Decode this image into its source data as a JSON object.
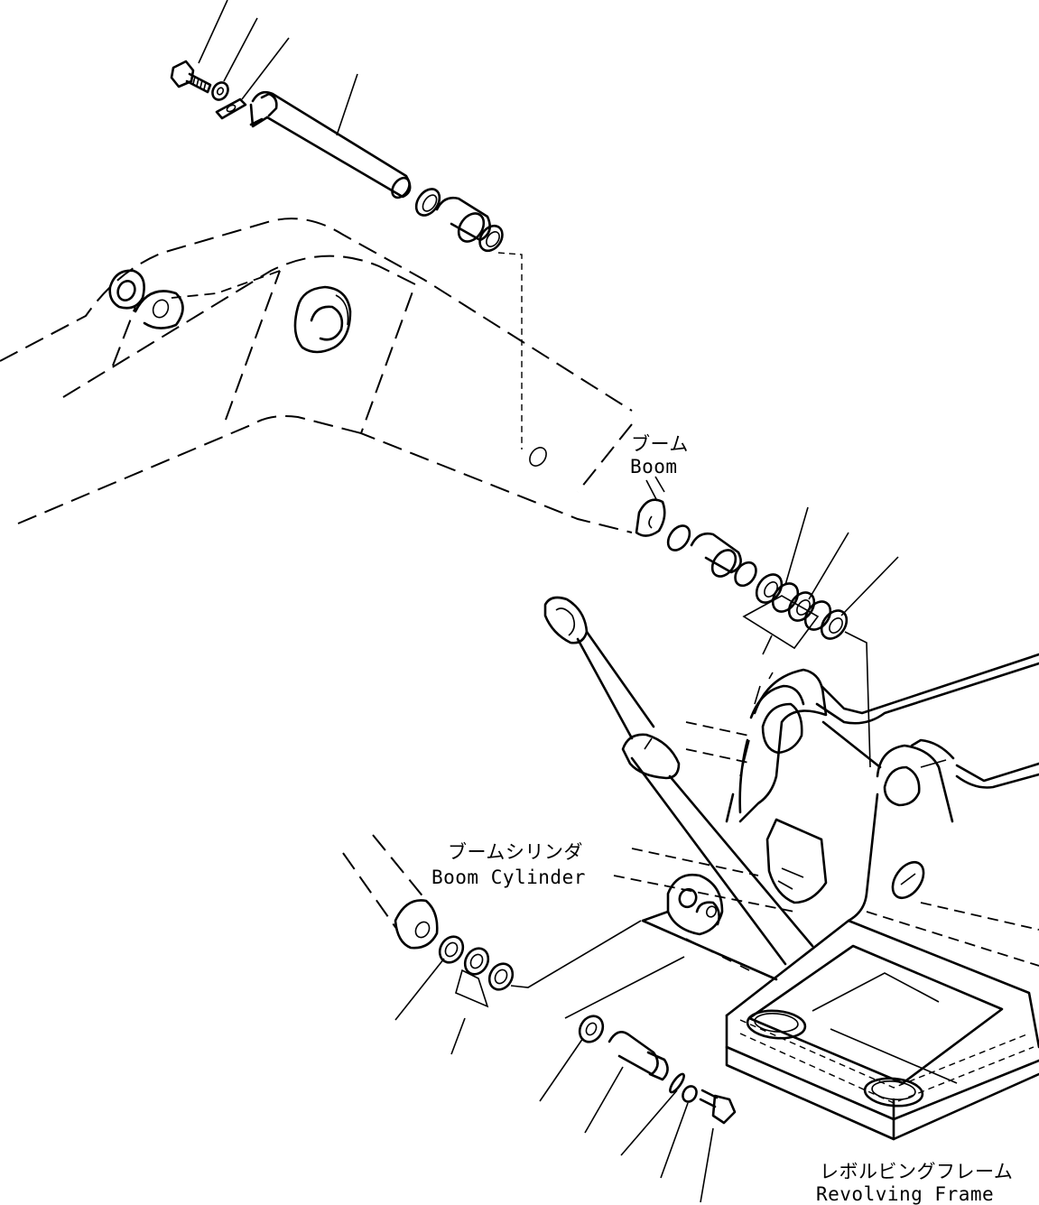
{
  "labels": {
    "boom_jp": "ブーム",
    "boom_en": "Boom",
    "boom_cylinder_jp": "ブームシリンダ",
    "boom_cylinder_en": "Boom Cylinder",
    "revolving_frame_jp": "レボルビングフレーム",
    "revolving_frame_en": "Revolving Frame"
  }
}
